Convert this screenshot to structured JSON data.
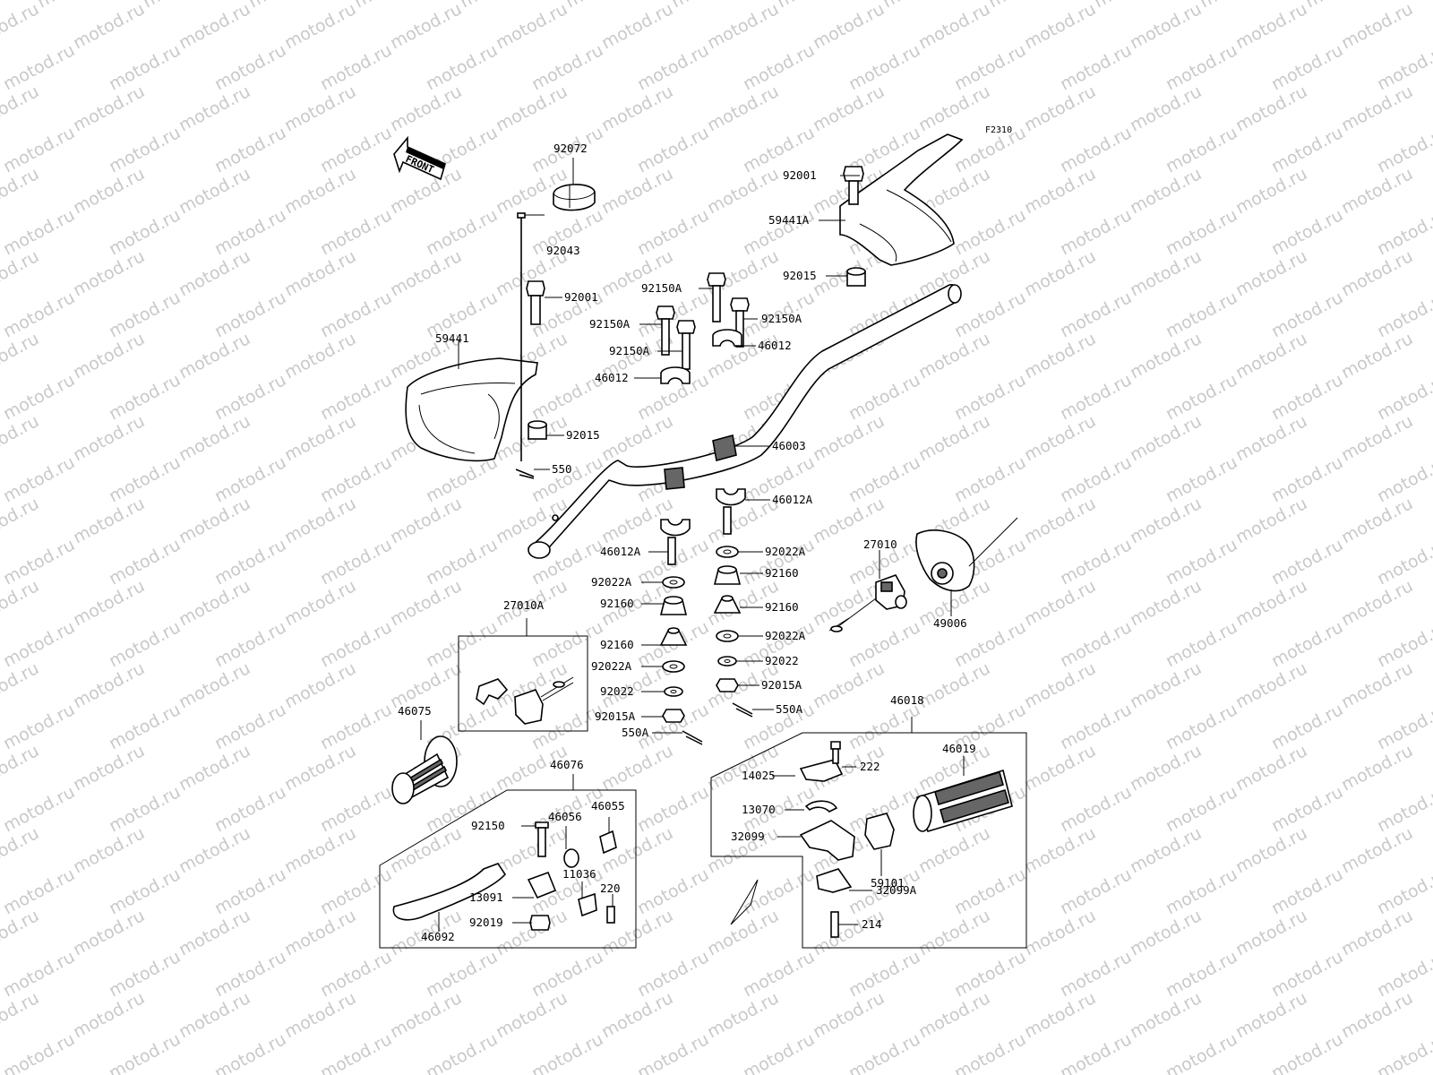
{
  "watermark": {
    "text": "motod.ru"
  },
  "figure_code": "F2310",
  "front_arrow_label": "FRONT",
  "callouts": [
    {
      "id": "92072",
      "label": "92072"
    },
    {
      "id": "92043",
      "label": "92043"
    },
    {
      "id": "92001-left",
      "label": "92001"
    },
    {
      "id": "59441",
      "label": "59441"
    },
    {
      "id": "92015-left",
      "label": "92015"
    },
    {
      "id": "550",
      "label": "550"
    },
    {
      "id": "92001-right",
      "label": "92001"
    },
    {
      "id": "59441A",
      "label": "59441A"
    },
    {
      "id": "92015-right",
      "label": "92015"
    },
    {
      "id": "92150A-1",
      "label": "92150A"
    },
    {
      "id": "92150A-2",
      "label": "92150A"
    },
    {
      "id": "92150A-3",
      "label": "92150A"
    },
    {
      "id": "92150A-4",
      "label": "92150A"
    },
    {
      "id": "46012-upper",
      "label": "46012"
    },
    {
      "id": "46012-lower",
      "label": "46012"
    },
    {
      "id": "46003",
      "label": "46003"
    },
    {
      "id": "46012A-right",
      "label": "46012A"
    },
    {
      "id": "46012A-left",
      "label": "46012A"
    },
    {
      "id": "92022A-r1",
      "label": "92022A"
    },
    {
      "id": "92160-r1",
      "label": "92160"
    },
    {
      "id": "92160-r2",
      "label": "92160"
    },
    {
      "id": "92022A-r2",
      "label": "92022A"
    },
    {
      "id": "92022-r",
      "label": "92022"
    },
    {
      "id": "92015A-r",
      "label": "92015A"
    },
    {
      "id": "550A-r",
      "label": "550A"
    },
    {
      "id": "92022A-l1",
      "label": "92022A"
    },
    {
      "id": "92160-l1",
      "label": "92160"
    },
    {
      "id": "92160-l2",
      "label": "92160"
    },
    {
      "id": "92022A-l2",
      "label": "92022A"
    },
    {
      "id": "92022-l",
      "label": "92022"
    },
    {
      "id": "92015A-l",
      "label": "92015A"
    },
    {
      "id": "550A-l",
      "label": "550A"
    },
    {
      "id": "27010",
      "label": "27010"
    },
    {
      "id": "49006",
      "label": "49006"
    },
    {
      "id": "27010A",
      "label": "27010A"
    },
    {
      "id": "46075",
      "label": "46075"
    },
    {
      "id": "46076",
      "label": "46076"
    },
    {
      "id": "92150",
      "label": "92150"
    },
    {
      "id": "46056",
      "label": "46056"
    },
    {
      "id": "46055",
      "label": "46055"
    },
    {
      "id": "11036",
      "label": "11036"
    },
    {
      "id": "220",
      "label": "220"
    },
    {
      "id": "13091",
      "label": "13091"
    },
    {
      "id": "92019",
      "label": "92019"
    },
    {
      "id": "46092",
      "label": "46092"
    },
    {
      "id": "46018",
      "label": "46018"
    },
    {
      "id": "222",
      "label": "222"
    },
    {
      "id": "46019",
      "label": "46019"
    },
    {
      "id": "14025",
      "label": "14025"
    },
    {
      "id": "13070",
      "label": "13070"
    },
    {
      "id": "32099",
      "label": "32099"
    },
    {
      "id": "59101",
      "label": "59101"
    },
    {
      "id": "32099A",
      "label": "32099A"
    },
    {
      "id": "214",
      "label": "214"
    }
  ]
}
